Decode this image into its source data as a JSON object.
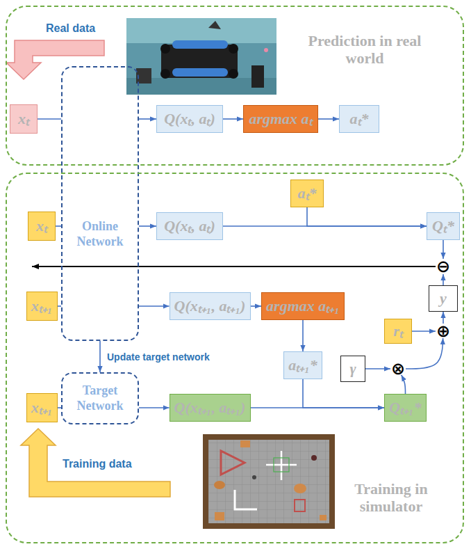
{
  "diagram": {
    "nodes": [
      {
        "text": [
          "Prediction in real world"
        ]
      },
      {
        "text": [
          "xₜ"
        ],
        "in": 0
      },
      {
        "text": [
          "Online Network"
        ]
      },
      {
        "text": [
          "Q(xₜ, aₜ)"
        ],
        "in": 0
      },
      {
        "text": [
          "argmax aₜ"
        ],
        "in": 0
      },
      {
        "text": [
          "aₜ*"
        ],
        "in": 0
      },
      {
        "text": [
          "Training in simulator"
        ]
      },
      {
        "text": [
          "xₜ"
        ],
        "in": 6
      },
      {
        "text": [
          "Q(xₜ, aₜ)"
        ],
        "in": 6
      },
      {
        "text": [
          "aₜ*"
        ],
        "in": 6
      },
      {
        "text": [
          "Qₜ*"
        ],
        "in": 6
      },
      {
        "text": [
          "⊖"
        ],
        "in": 6
      },
      {
        "text": [
          "y"
        ],
        "in": 6
      },
      {
        "text": [
          "xₜ₊₁"
        ],
        "in": 6
      },
      {
        "text": [
          "Q(xₜ₊₁, aₜ₊₁)"
        ],
        "in": 6
      },
      {
        "text": [
          "argmax aₜ₊₁"
        ],
        "in": 6
      },
      {
        "text": [
          "rₜ"
        ],
        "in": 6
      },
      {
        "text": [
          "⊕"
        ],
        "in": 6
      },
      {
        "text": [
          "aₜ₊₁*"
        ],
        "in": 6
      },
      {
        "text": [
          "γ"
        ],
        "in": 6
      },
      {
        "text": [
          "⊗"
        ],
        "in": 6
      },
      {
        "text": [
          "Target Network"
        ],
        "in": 6
      },
      {
        "text": [
          "xₜ₊₁"
        ],
        "in": 6
      },
      {
        "text": [
          "Q(xₜ₊₁, aₜ₊₁)"
        ],
        "in": 6
      },
      {
        "text": [
          "Qₜ₊₁*"
        ],
        "in": 6
      }
    ],
    "edges": [
      {
        "from": 1,
        "to": 2,
        "arrow": "none"
      },
      {
        "from": 2,
        "to": 3,
        "arrow": "to"
      },
      {
        "from": 3,
        "to": 4,
        "arrow": "to"
      },
      {
        "from": 4,
        "to": 5,
        "arrow": "to"
      },
      {
        "from": 7,
        "to": 2,
        "arrow": "none"
      },
      {
        "from": 2,
        "to": 8,
        "arrow": "to"
      },
      {
        "from": 8,
        "to": 10,
        "arrow": "to"
      },
      {
        "from": 9,
        "to": 10,
        "arrow": "to"
      },
      {
        "from": 10,
        "to": 11,
        "arrow": "to"
      },
      {
        "from": 12,
        "to": 11,
        "arrow": "to"
      },
      {
        "from": 13,
        "to": 2,
        "arrow": "none"
      },
      {
        "from": 2,
        "to": 14,
        "arrow": "to"
      },
      {
        "from": 14,
        "to": 15,
        "arrow": "to"
      },
      {
        "from": 15,
        "to": 18,
        "arrow": "to"
      },
      {
        "from": 2,
        "to": 21,
        "arrow": "to",
        "label": "Update target network"
      },
      {
        "from": 22,
        "to": 21,
        "arrow": "none"
      },
      {
        "from": 21,
        "to": 23,
        "arrow": "to"
      },
      {
        "from": 23,
        "to": 24,
        "arrow": "to"
      },
      {
        "from": 18,
        "to": 24,
        "arrow": "to"
      },
      {
        "from": 24,
        "to": 20,
        "arrow": "to"
      },
      {
        "from": 19,
        "to": 20,
        "arrow": "to"
      },
      {
        "from": 20,
        "to": 17,
        "arrow": "to"
      },
      {
        "from": 16,
        "to": 17,
        "arrow": "to"
      },
      {
        "from": 17,
        "to": 12,
        "arrow": "to"
      }
    ],
    "labels": [
      "Real data",
      "Training data"
    ]
  }
}
